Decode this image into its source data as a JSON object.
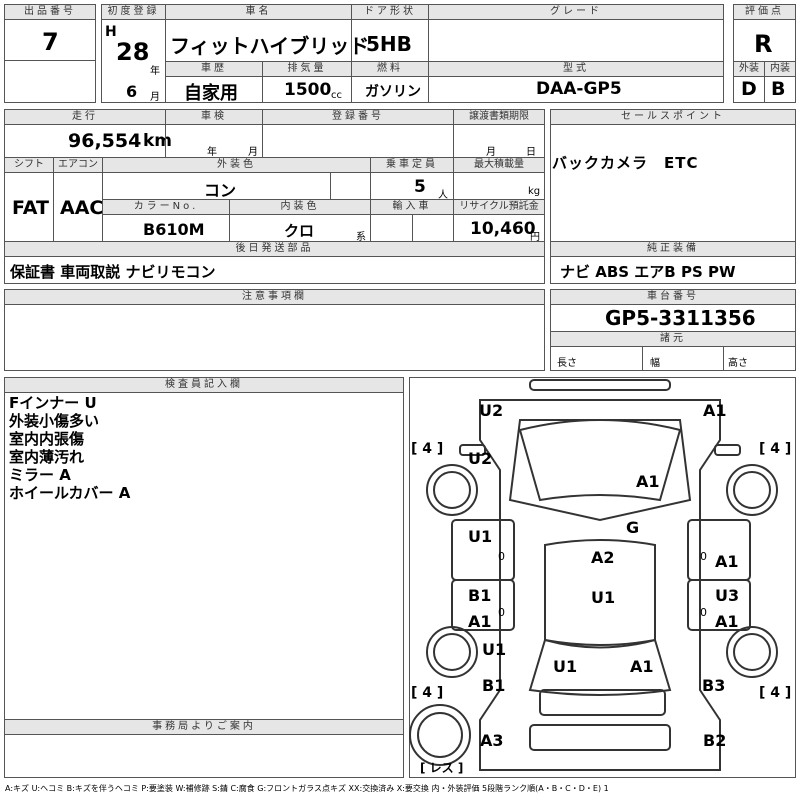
{
  "header": {
    "lot_no_label": "出品番号",
    "lot_no": "7",
    "first_reg_label": "初度登録",
    "era": "H",
    "year": "28",
    "year_unit": "年",
    "month": "6",
    "month_unit": "月",
    "car_name_label": "車名",
    "car_name": "フィットハイブリッド",
    "door_label": "ドア形状",
    "door": "5HB",
    "grade_label": "グレード",
    "grade": "",
    "score_label": "評価点",
    "score": "R",
    "history_label": "車歴",
    "history": "自家用",
    "displacement_label": "排気量",
    "displacement": "1500",
    "displacement_unit": "cc",
    "fuel_label": "燃料",
    "fuel": "ガソリン",
    "model_label": "型式",
    "model": "DAA-GP5",
    "ext_label": "外装",
    "ext": "D",
    "int_label": "内装",
    "int": "B"
  },
  "mid": {
    "mileage_label": "走行",
    "mileage": "96,554",
    "mileage_unit": "km",
    "inspection_label": "車検",
    "insp_year": "年",
    "insp_month": "月",
    "reg_no_label": "登録番号",
    "transfer_label": "譲渡書類期限",
    "tr_month": "月",
    "tr_day": "日",
    "shift_label": "シフト",
    "shift": "FAT",
    "ac_label": "エアコン",
    "ac": "AAC",
    "color_label": "外装色",
    "color": "コン",
    "capacity_label": "乗車定員",
    "capacity": "5",
    "capacity_unit": "人",
    "load_label": "最大積載量",
    "load_unit": "kg",
    "color_no_label": "カラーNo.",
    "color_no": "B610M",
    "int_color_label": "内装色",
    "int_color": "クロ",
    "int_color_unit": "系",
    "import_label": "輸入車",
    "recycle_label": "リサイクル預託金",
    "recycle": "10,460",
    "recycle_unit": "円",
    "later_label": "後日発送部品",
    "later": "保証書 車両取説 ナビリモコン",
    "sales_label": "セールスポイント",
    "sales": "バックカメラ　ETC",
    "genuine_label": "純正装備",
    "genuine": "ナビ ABS エアB PS PW",
    "notes_label": "注意事項欄",
    "chassis_label": "車台番号",
    "chassis": "GP5-3311356",
    "dims_label": "諸元",
    "length": "長さ",
    "width": "幅",
    "height": "高さ"
  },
  "inspector": {
    "label": "検査員記入欄",
    "lines": [
      "Fインナー U",
      "外装小傷多い",
      "室内内張傷",
      "室内薄汚れ",
      "ミラー A",
      "ホイールカバー A"
    ]
  },
  "office": {
    "label": "事務局よりご案内"
  },
  "diagram": {
    "tires": [
      "[ 4 ]",
      "[ 4 ]",
      "[ 4 ]",
      "[ 4 ]"
    ],
    "spare": "[ レス ]",
    "marks": [
      "U2",
      "A1",
      "U2",
      "A1",
      "G",
      "U1",
      "A2",
      "A1",
      "B1",
      "U1",
      "U3",
      "A1",
      "A1",
      "U1",
      "U1",
      "A1",
      "B1",
      "B3",
      "A3",
      "B2"
    ],
    "zeros": [
      "0",
      "0",
      "0",
      "0"
    ]
  },
  "legend": "A:キズ U:ヘコミ B:キズを伴うヘコミ P:要塗装 W:補修跡 S:錆 C:腐食 G:フロントガラス点キズ XX:交換済み X:要交換 内・外装評価 5段階ランク順(A・B・C・D・E) 1"
}
